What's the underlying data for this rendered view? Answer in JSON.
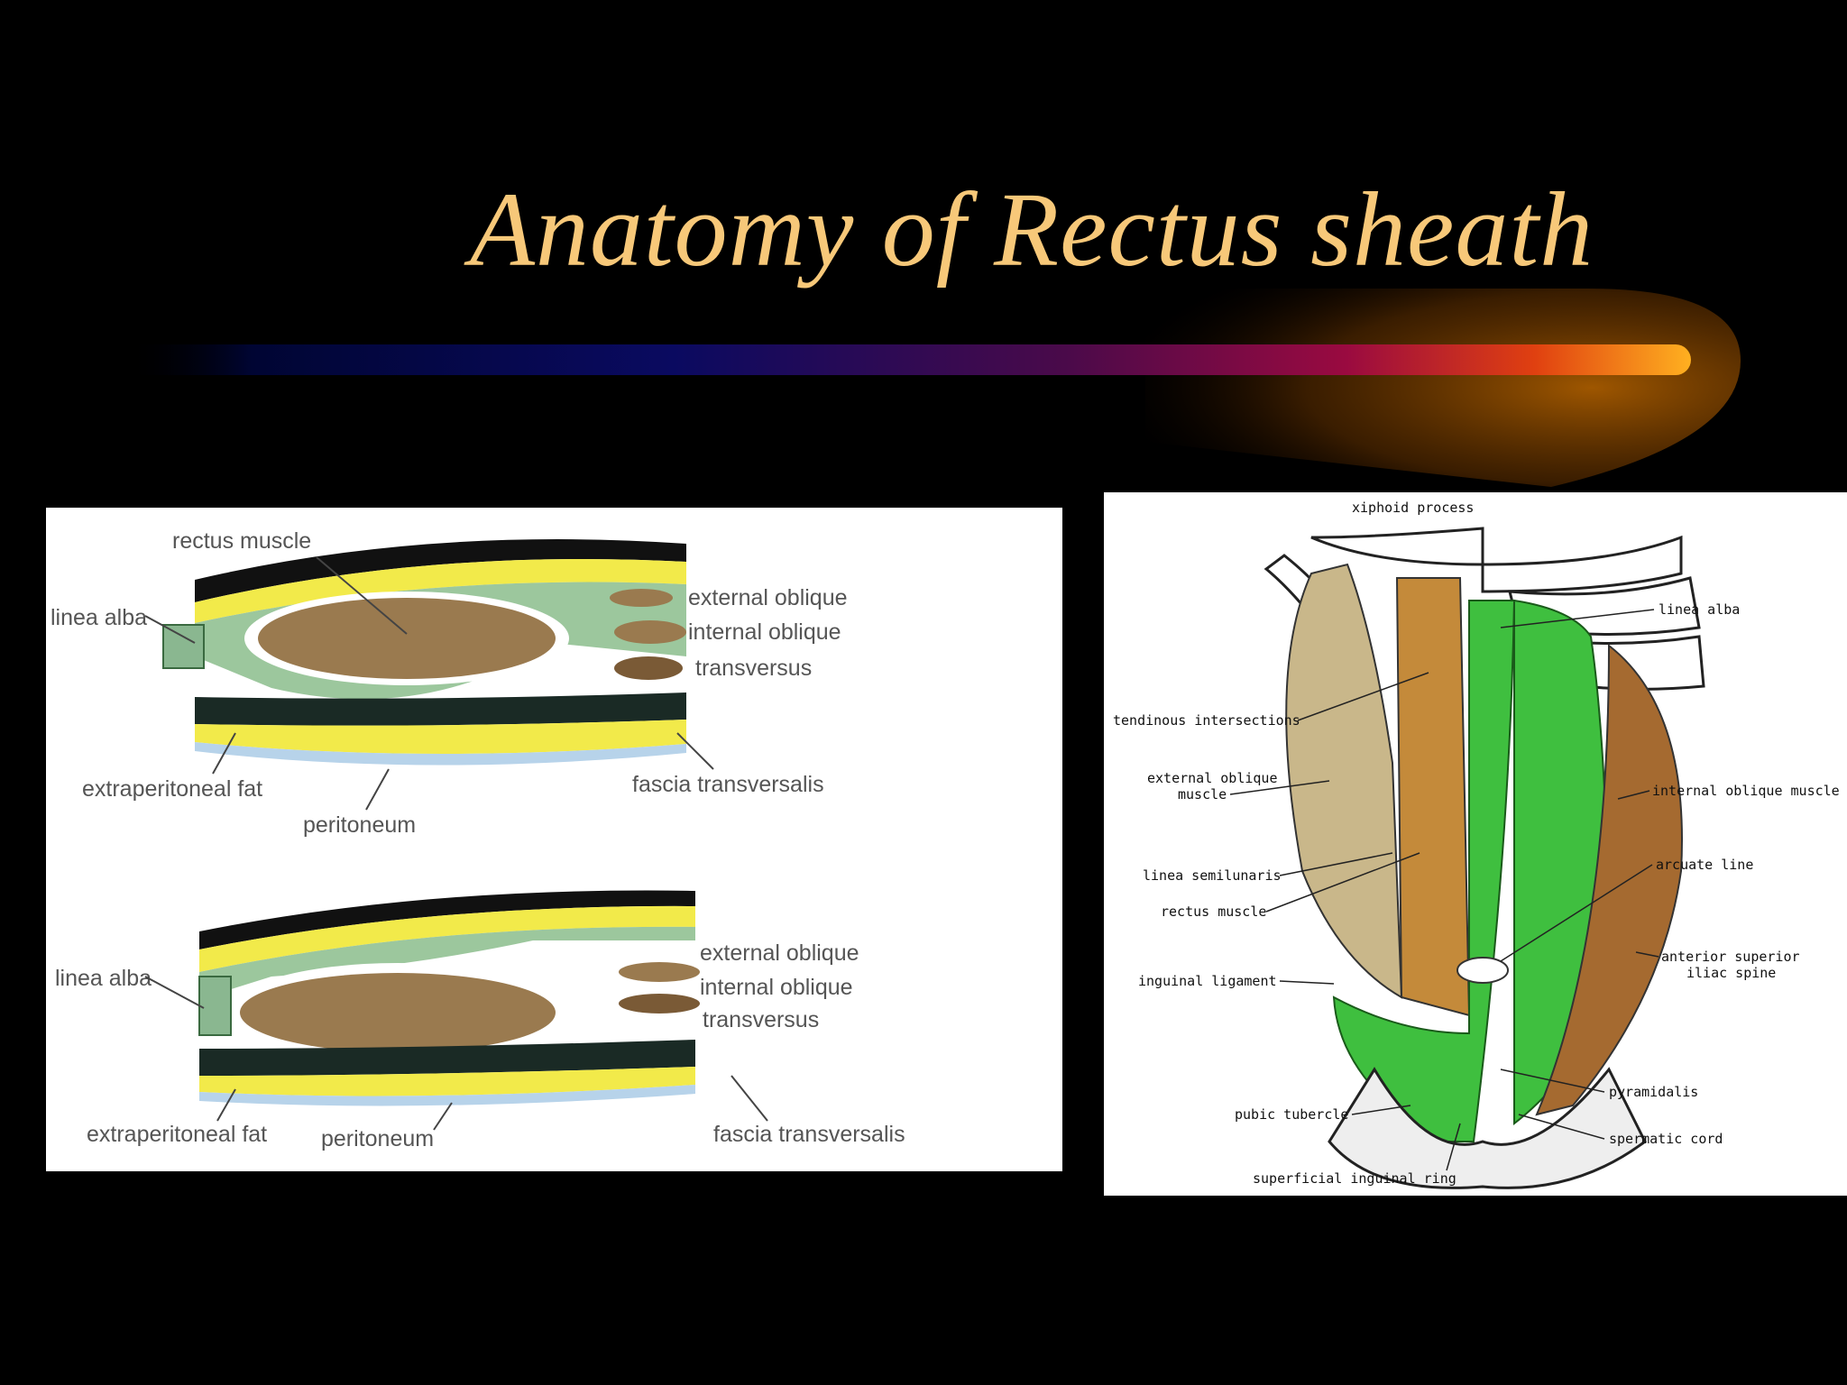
{
  "slide": {
    "title": "Anatomy of Rectus sheath"
  },
  "cross_section": {
    "upper": {
      "rectus_muscle": "rectus muscle",
      "linea_alba": "linea alba",
      "external_oblique": "external oblique",
      "internal_oblique": "internal oblique",
      "transversus": "transversus",
      "extraperitoneal_fat": "extraperitoneal fat",
      "fascia_transversalis": "fascia transversalis",
      "peritoneum": "peritoneum"
    },
    "lower": {
      "linea_alba": "linea alba",
      "external_oblique": "external oblique",
      "internal_oblique": "internal oblique",
      "transversus": "transversus",
      "extraperitoneal_fat": "extraperitoneal fat",
      "peritoneum": "peritoneum",
      "fascia_transversalis": "fascia transversalis"
    }
  },
  "anterior_view": {
    "xiphoid_process": "xiphoid process",
    "linea_alba": "linea alba",
    "tendinous_intersections": "tendinous intersections",
    "external_oblique_line1": "external oblique",
    "external_oblique_line2": "muscle",
    "internal_oblique_muscle": "internal oblique muscle",
    "arcuate_line": "arcuate line",
    "linea_semilunaris": "linea semilunaris",
    "rectus_muscle": "rectus muscle",
    "anterior_superior_line1": "anterior superior",
    "anterior_superior_line2": "iliac spine",
    "inguinal_ligament": "inguinal ligament",
    "pyramidalis": "pyramidalis",
    "pubic_tubercle": "pubic tubercle",
    "spermatic_cord": "spermatic cord",
    "superficial_inguinal_ring": "superficial inguinal ring"
  }
}
